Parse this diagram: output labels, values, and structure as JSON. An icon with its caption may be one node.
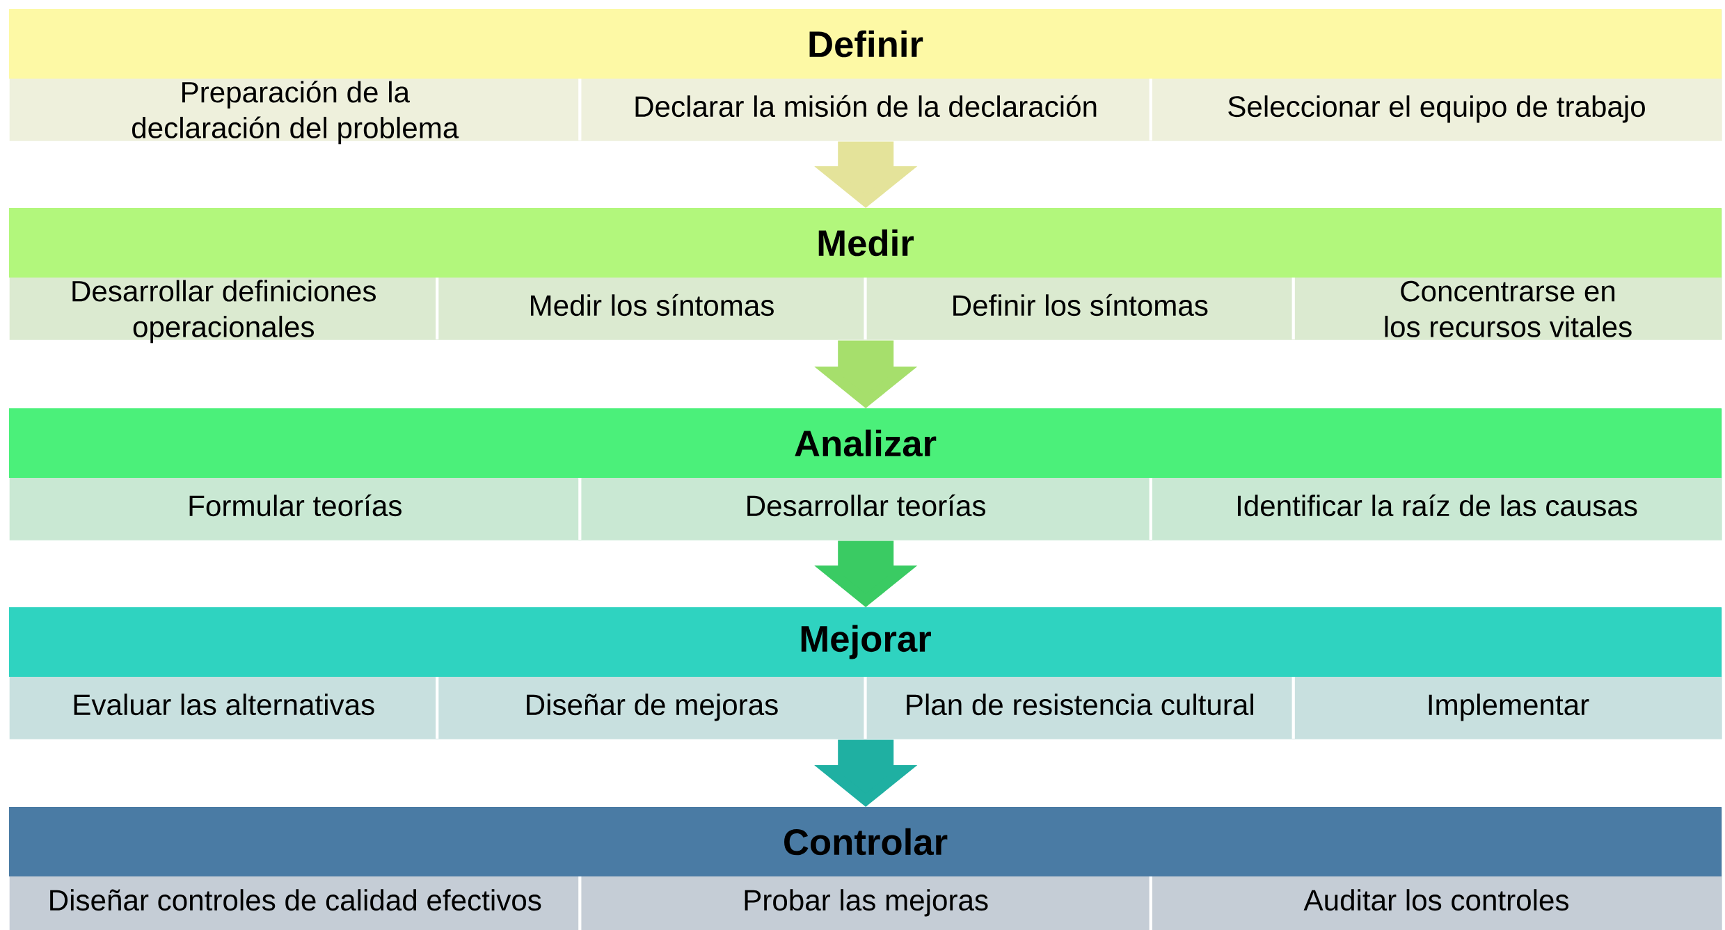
{
  "diagram": {
    "nodes": [
      {
        "text": [
          "Definir"
        ]
      },
      {
        "text": [
          "Preparación de la declaración del problema"
        ],
        "in": 0
      },
      {
        "text": [
          "Declarar la misión de la declaración"
        ],
        "in": 0
      },
      {
        "text": [
          "Seleccionar el equipo de trabajo"
        ],
        "in": 0
      },
      {
        "text": [
          "Medir"
        ]
      },
      {
        "text": [
          "Desarrollar definiciones operacionales"
        ],
        "in": 4
      },
      {
        "text": [
          "Medir los síntomas"
        ],
        "in": 4
      },
      {
        "text": [
          "Definir los síntomas"
        ],
        "in": 4
      },
      {
        "text": [
          "Concentrarse en los recursos vitales"
        ],
        "in": 4
      },
      {
        "text": [
          "Analizar"
        ]
      },
      {
        "text": [
          "Formular teorías"
        ],
        "in": 9
      },
      {
        "text": [
          "Desarrollar teorías"
        ],
        "in": 9
      },
      {
        "text": [
          "Identificar la raíz de las causas"
        ],
        "in": 9
      },
      {
        "text": [
          "Mejorar"
        ]
      },
      {
        "text": [
          "Evaluar las alternativas"
        ],
        "in": 13
      },
      {
        "text": [
          "Diseñar de mejoras"
        ],
        "in": 13
      },
      {
        "text": [
          "Plan de resistencia cultural"
        ],
        "in": 13
      },
      {
        "text": [
          "Implementar"
        ],
        "in": 13
      },
      {
        "text": [
          "Controlar"
        ]
      },
      {
        "text": [
          "Diseñar controles de calidad efectivos"
        ],
        "in": 18
      },
      {
        "text": [
          "Probar las mejoras"
        ],
        "in": 18
      },
      {
        "text": [
          "Auditar los controles"
        ],
        "in": 18
      }
    ],
    "edges": [
      {
        "from": 0,
        "to": 4,
        "arrow": "to",
        "color": "#e4e39a"
      },
      {
        "from": 4,
        "to": 9,
        "arrow": "to",
        "color": "#a6df6c"
      },
      {
        "from": 9,
        "to": 13,
        "arrow": "to",
        "color": "#3acb63"
      },
      {
        "from": 13,
        "to": 18,
        "arrow": "to",
        "color": "#1fb0a2"
      }
    ]
  }
}
